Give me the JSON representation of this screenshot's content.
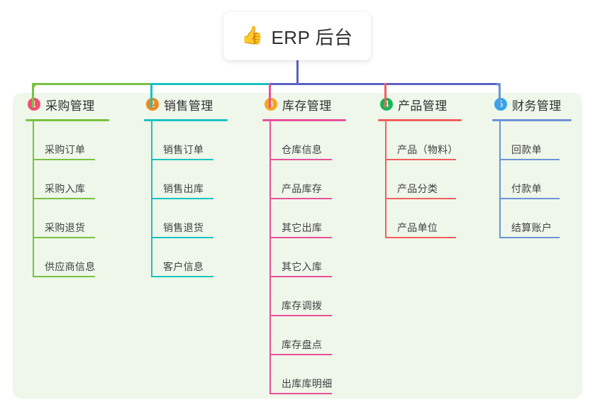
{
  "root": {
    "icon": "👍",
    "icon_name": "thumbs-up-icon",
    "title": "ERP 后台"
  },
  "panel": {
    "background_color": "#eef7e9"
  },
  "branches": [
    {
      "number": "1",
      "label": "采购管理",
      "color": "#7ac143",
      "badge_color": "#f0506e",
      "title_width": 118,
      "leaf_width": 88,
      "items": [
        {
          "label": "采购订单"
        },
        {
          "label": "采购入库"
        },
        {
          "label": "采购退货"
        },
        {
          "label": "供应商信息"
        }
      ]
    },
    {
      "number": "2",
      "label": "销售管理",
      "color": "#19c2c2",
      "badge_color": "#f2861e",
      "title_width": 118,
      "leaf_width": 88,
      "items": [
        {
          "label": "销售订单"
        },
        {
          "label": "销售出库"
        },
        {
          "label": "销售退货"
        },
        {
          "label": "客户信息"
        }
      ]
    },
    {
      "number": "3",
      "label": "库存管理",
      "color": "#e8509b",
      "badge_color": "#f5a623",
      "title_width": 118,
      "leaf_width": 88,
      "items": [
        {
          "label": "仓库信息"
        },
        {
          "label": "产品库存"
        },
        {
          "label": "其它出库"
        },
        {
          "label": "其它入库"
        },
        {
          "label": "库存调拨"
        },
        {
          "label": "库存盘点"
        },
        {
          "label": "出库库明细"
        }
      ]
    },
    {
      "number": "4",
      "label": "产品管理",
      "color": "#f45f5f",
      "badge_color": "#18b558",
      "title_width": 118,
      "leaf_width": 100,
      "items": [
        {
          "label": "产品（物料）"
        },
        {
          "label": "产品分类"
        },
        {
          "label": "产品单位"
        }
      ]
    },
    {
      "number": "5",
      "label": "财务管理",
      "color": "#6e92d8",
      "badge_color": "#2fa7e8",
      "title_width": 112,
      "leaf_width": 85,
      "items": [
        {
          "label": "回款单"
        },
        {
          "label": "付款单"
        },
        {
          "label": "结算账户"
        }
      ]
    }
  ],
  "connectors": {
    "stem_color": "#5b62c4",
    "segment_colors": [
      "#7ac143",
      "#19c2c2",
      "#5b62c4",
      "#5b62c4"
    ],
    "drop_colors": [
      "#7ac143",
      "#19c2c2",
      "#e8509b",
      "#f45f5f",
      "#6e92d8"
    ]
  }
}
